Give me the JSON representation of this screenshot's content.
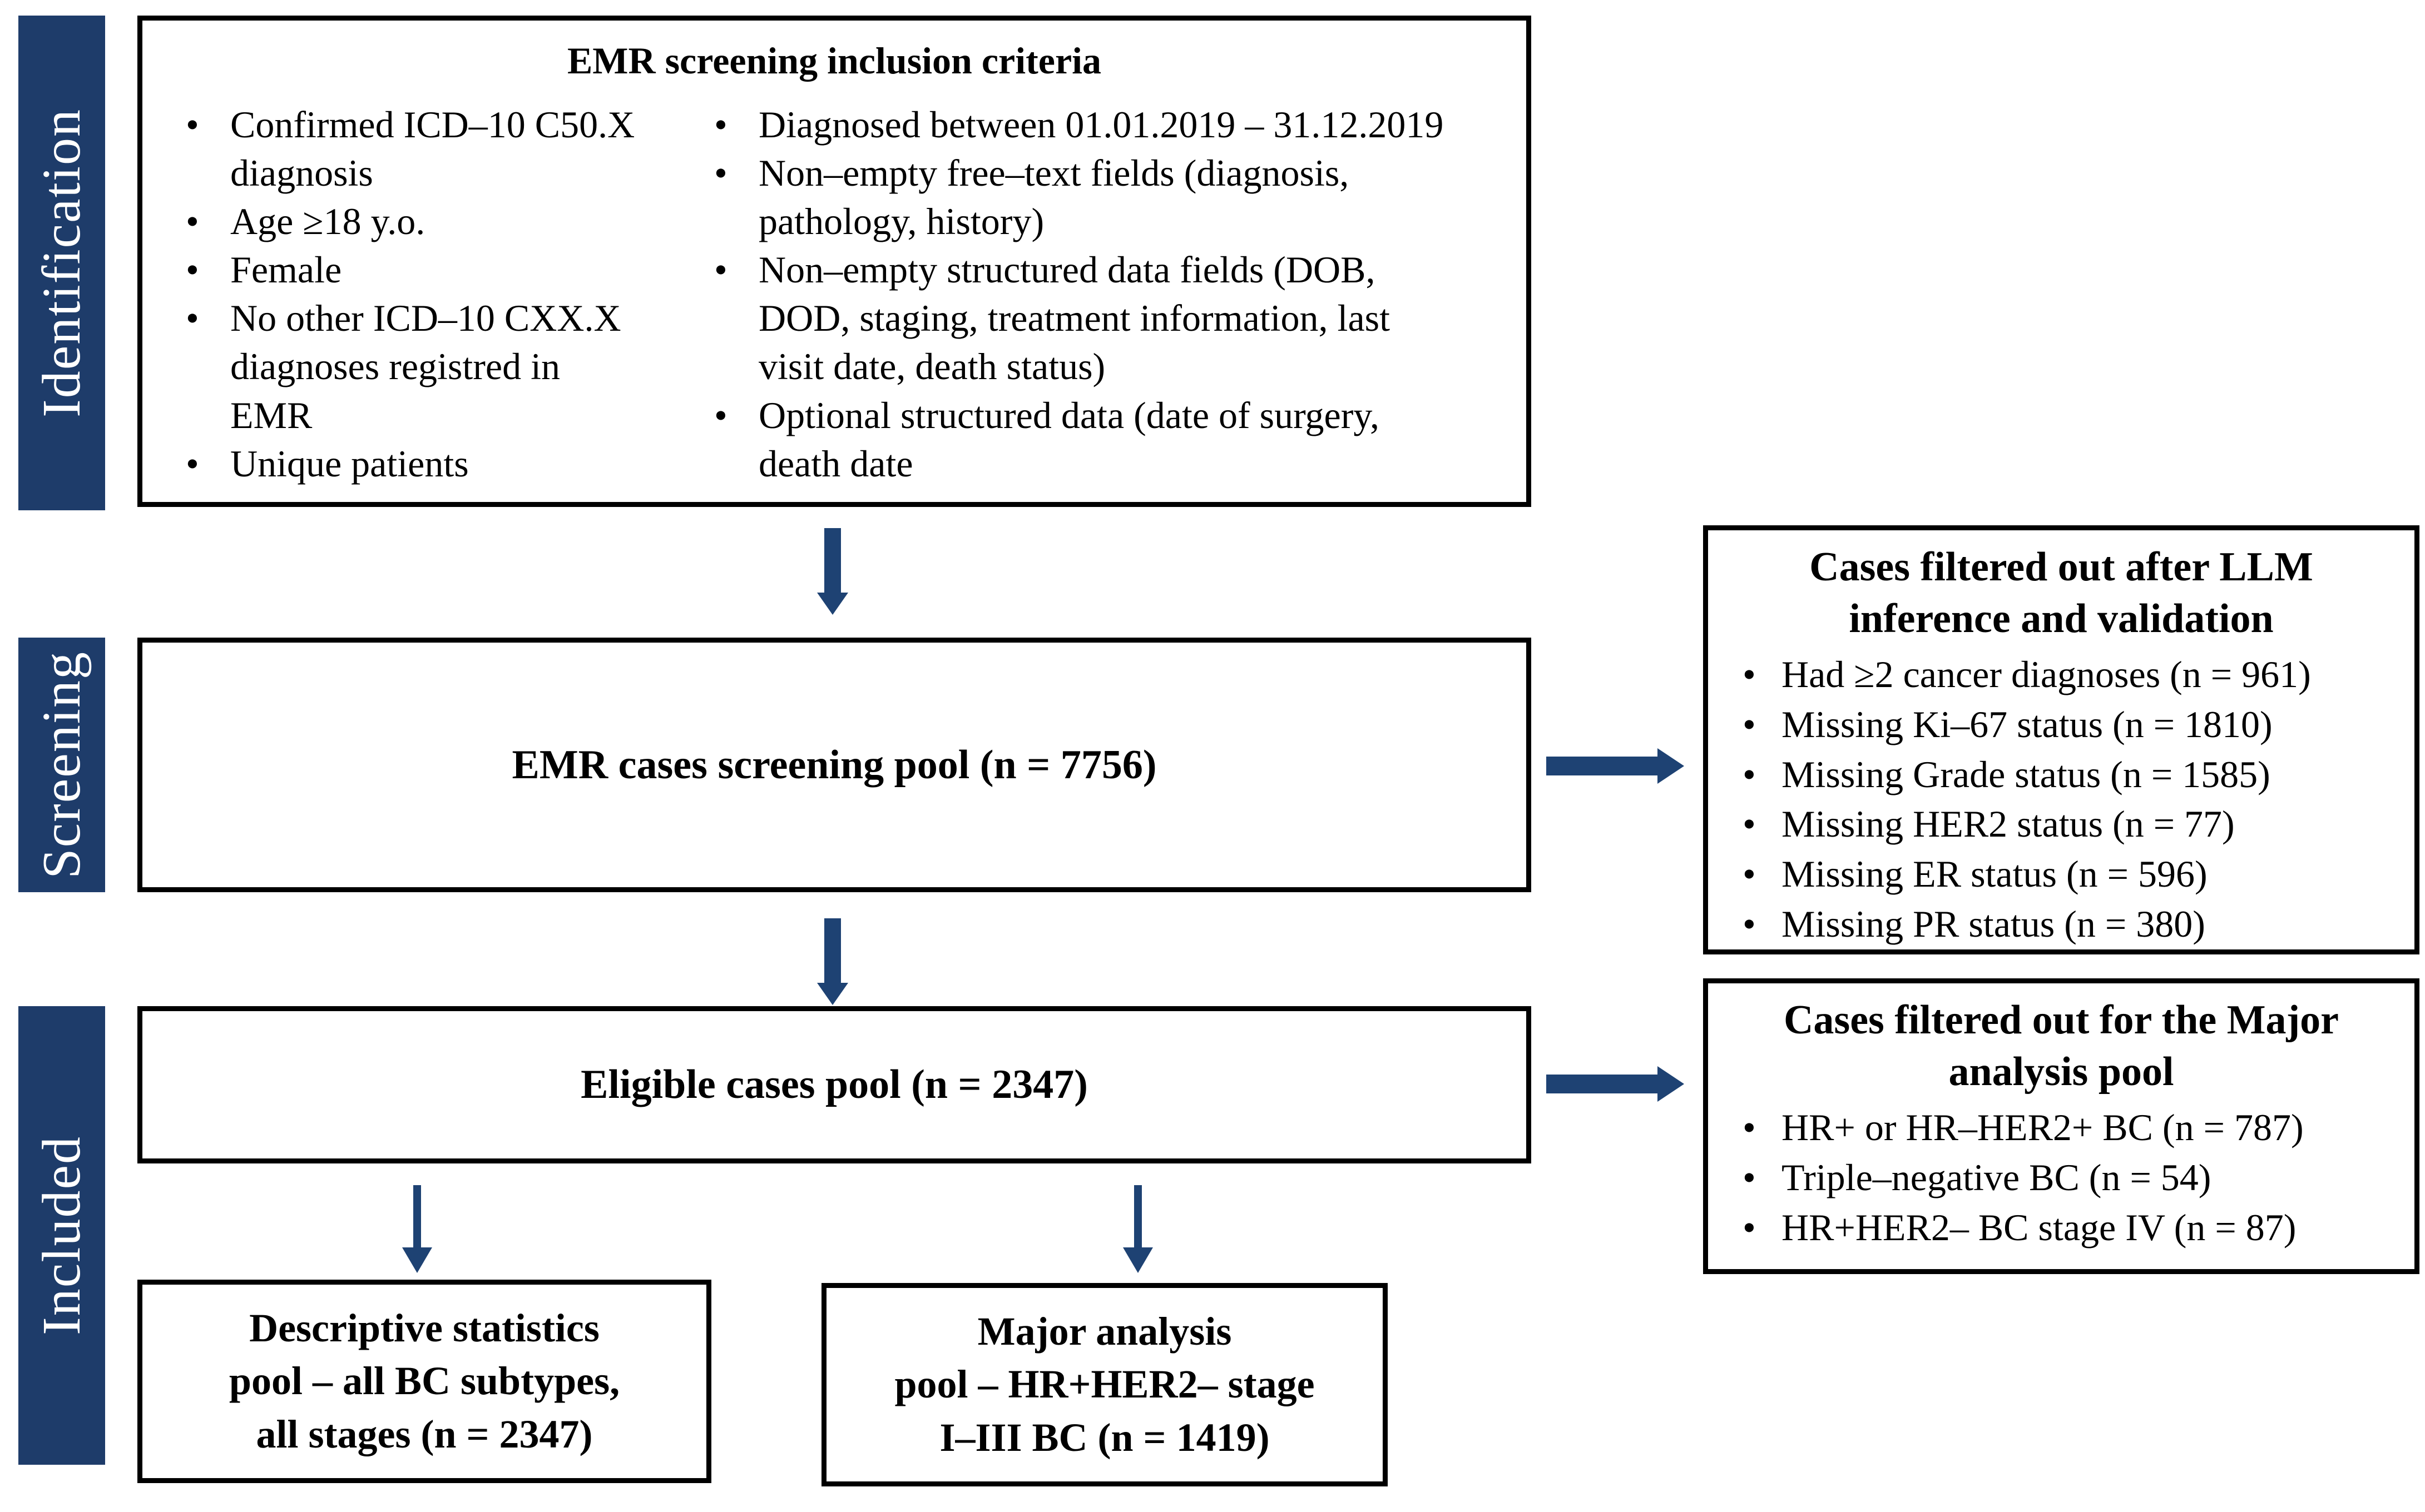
{
  "colors": {
    "navy": "#1e3c6a",
    "arrow": "#1e4273",
    "border": "#000000",
    "text": "#000000",
    "bg": "#ffffff"
  },
  "stages": {
    "identification": "Identification",
    "screening": "Screening",
    "included": "Included"
  },
  "inclusion_box": {
    "title": "EMR screening inclusion criteria",
    "left_bullets": [
      "Confirmed ICD–10 C50.X diagnosis",
      "Age ≥18 y.o.",
      "Female",
      "No other ICD–10 CXX.X diagnoses registred in EMR",
      "Unique patients"
    ],
    "right_bullets": [
      "Diagnosed between 01.01.2019 – 31.12.2019",
      "Non–empty free–text fields (diagnosis, pathology, history)",
      "Non–empty structured data fields (DOB, DOD, staging, treatment information, last visit date, death status)",
      "Optional structured data (date of surgery, death date"
    ]
  },
  "screening_pool_box": {
    "label": "EMR cases screening pool (n = 7756)"
  },
  "llm_filtered_box": {
    "title_lines": [
      "Cases filtered out after LLM",
      "inference and validation"
    ],
    "bullets": [
      "Had ≥2 cancer diagnoses (n = 961)",
      "Missing Ki–67 status (n = 1810)",
      "Missing Grade status (n = 1585)",
      "Missing HER2 status (n = 77)",
      "Missing ER status (n = 596)",
      "Missing PR status (n = 380)"
    ]
  },
  "eligible_pool_box": {
    "label": "Eligible cases pool (n = 2347)"
  },
  "major_filtered_box": {
    "title_lines": [
      "Cases filtered out for the Major",
      "analysis pool"
    ],
    "bullets": [
      "HR+ or HR–HER2+ BC (n = 787)",
      "Triple–negative BC (n = 54)",
      "HR+HER2– BC stage IV (n = 87)"
    ]
  },
  "descriptive_pool_box": {
    "lines": [
      "Descriptive statistics",
      "pool – all BC subtypes,",
      "all stages (n = 2347)"
    ]
  },
  "major_pool_box": {
    "lines": [
      "Major analysis",
      "pool – HR+HER2– stage",
      "I–III BC (n = 1419)"
    ]
  }
}
